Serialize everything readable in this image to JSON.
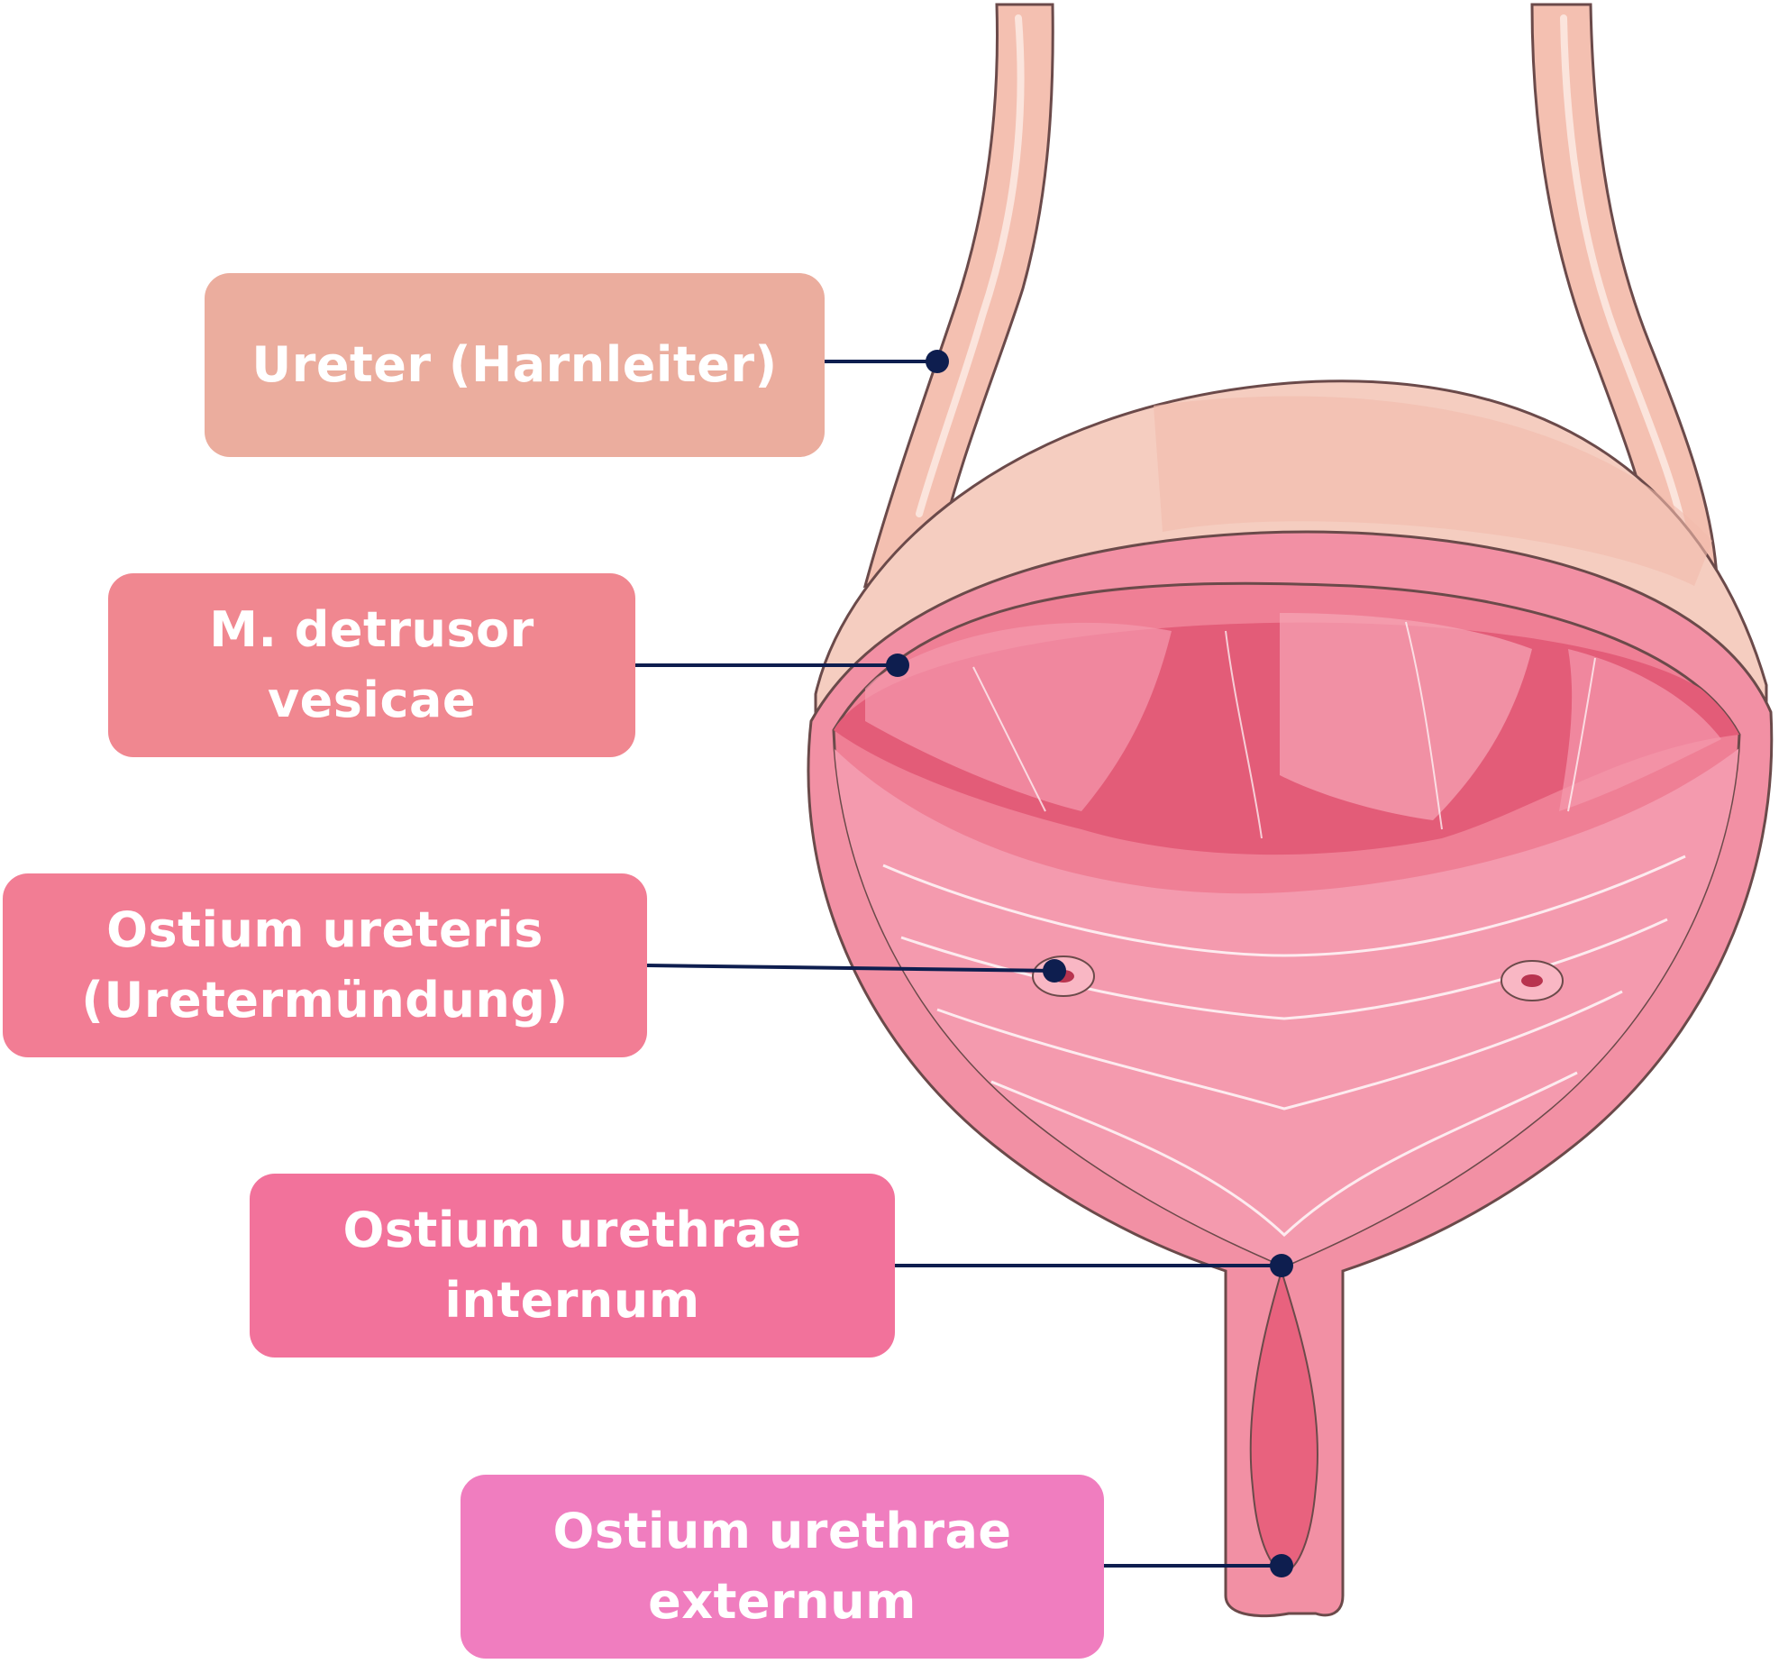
{
  "colors": {
    "ureter_box": "#EBAD9E",
    "detrusor_box": "#F08790",
    "ostium_ureteris_box": "#F27D94",
    "internum_box": "#F2729B",
    "externum_box": "#F07DBF",
    "leader_line": "#0E1E4F",
    "bladder_outer": "#F5C9BC",
    "bladder_wall": "#F290A4",
    "bladder_inner": "#E8627E",
    "outline": "#6B4A4A"
  },
  "labels": {
    "ureter": {
      "lines": [
        "Ureter (Harnleiter)"
      ]
    },
    "detrusor": {
      "lines": [
        "M. detrusor",
        "vesicae"
      ]
    },
    "ostium_ureteris": {
      "lines": [
        "Ostium ureteris",
        "(Uretermündung)"
      ]
    },
    "internum": {
      "lines": [
        "Ostium urethrae",
        "internum"
      ]
    },
    "externum": {
      "lines": [
        "Ostium urethrae",
        "externum"
      ]
    }
  }
}
